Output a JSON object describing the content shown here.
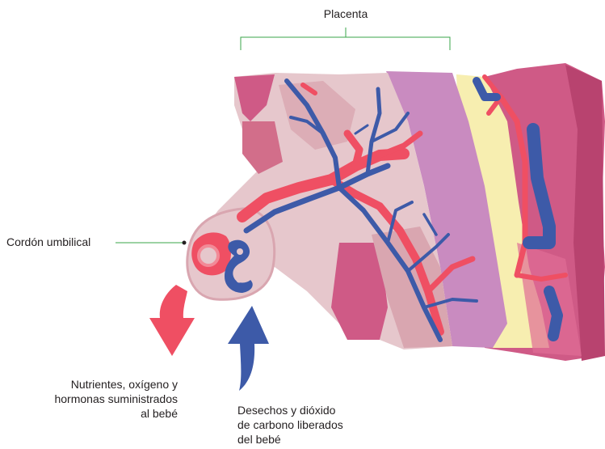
{
  "labels": {
    "placenta": "Placenta",
    "umbilical_cord": "Cordón umbilical",
    "nutrients": [
      "Nutrientes, oxígeno y",
      "hormonas suministrados",
      "al bebé"
    ],
    "waste": [
      "Desechos y dióxido",
      "de carbono liberados",
      "del bebé"
    ]
  },
  "colors": {
    "tissue_light": "#e6c7cc",
    "tissue_mid": "#d9a6b0",
    "uterine_pink": "#cf5a86",
    "uterine_dark": "#b8436f",
    "purple_layer": "#c98bc0",
    "yellow_layer": "#f7eeb0",
    "artery_red": "#ef4f63",
    "vein_blue": "#3d5aa8",
    "leader_line": "#3aa64a"
  },
  "icons": [
    "down-arrow-red-icon",
    "up-arrow-blue-icon"
  ]
}
